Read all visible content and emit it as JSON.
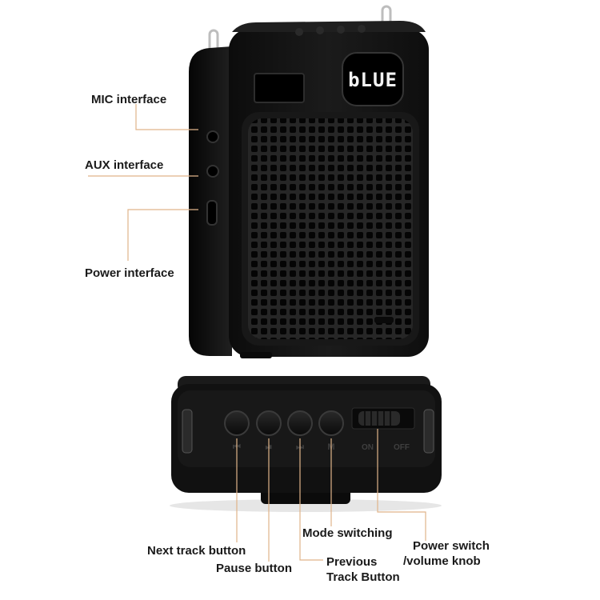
{
  "display": {
    "text": "bLUE"
  },
  "labels": {
    "mic": "MIC interface",
    "aux": "AUX interface",
    "power": "Power interface",
    "next": "Next track button",
    "pause": "Pause button",
    "previous_line1": "Previous",
    "previous_line2": "Track Button",
    "mode": "Mode switching",
    "power_switch_line1": "Power switch",
    "power_switch_line2": "/volume knob"
  },
  "panel_text": {
    "on": "ON",
    "off": "OFF"
  },
  "colors": {
    "body": "#121212",
    "leader": "#e0b48a",
    "display_text": "#f2f2f2"
  }
}
